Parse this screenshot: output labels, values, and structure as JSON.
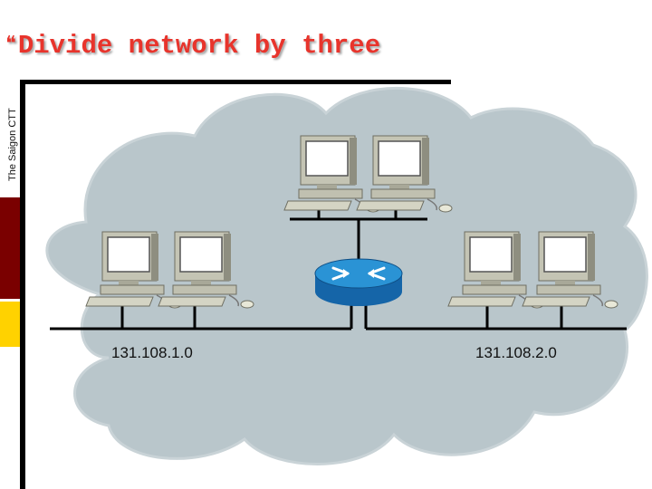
{
  "slide": {
    "title": "Divide network by three",
    "bullet_glyph": "❝",
    "sidebar_text": "The Saigon CTT"
  },
  "diagram": {
    "nodes": [
      {
        "id": "pc-top-1",
        "type": "workstation"
      },
      {
        "id": "pc-top-2",
        "type": "workstation"
      },
      {
        "id": "pc-left-1",
        "type": "workstation"
      },
      {
        "id": "pc-left-2",
        "type": "workstation"
      },
      {
        "id": "pc-right-1",
        "type": "workstation"
      },
      {
        "id": "pc-right-2",
        "type": "workstation"
      },
      {
        "id": "router",
        "type": "router"
      }
    ],
    "networks": [
      {
        "label": "131.108.1.0"
      },
      {
        "label": "131.108.2.0"
      }
    ]
  },
  "colors": {
    "title": "#e8342c",
    "cloud": "#b9c6cb",
    "router": "#1e88c8",
    "sidebar_red": "#7a0000",
    "sidebar_yellow": "#ffd200"
  }
}
